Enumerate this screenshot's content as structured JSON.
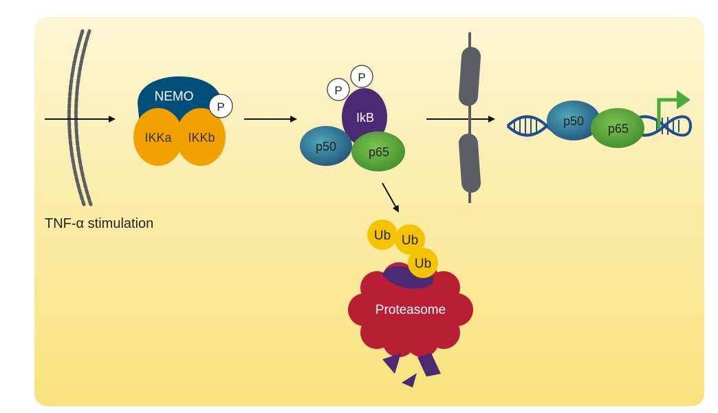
{
  "panel": {
    "background_top": "#fdf6d3",
    "background_bottom": "#f9e27c"
  },
  "stimulus": {
    "label": "TNF-α stimulation"
  },
  "ikk_complex": {
    "nemo": "NEMO",
    "ikka": "IKKa",
    "ikkb": "IKKb",
    "phospho": "P"
  },
  "nfkb_complex": {
    "phospho_1": "P",
    "phospho_2": "P",
    "ikb": "IkB",
    "p50": "p50",
    "p65": "p65"
  },
  "nucleus_binding": {
    "p50": "p50",
    "p65": "p65"
  },
  "degradation": {
    "ub_1": "Ub",
    "ub_2": "Ub",
    "ub_3": "Ub",
    "proteasome": "Proteasome"
  },
  "colors": {
    "nemo": "#004e7a",
    "ikk": "#f2a100",
    "ikb": "#4b2a73",
    "p50": "#2e7f96",
    "p65": "#5aa83c",
    "ub": "#f5c400",
    "proteasome": "#b81e34",
    "fragments": "#4b2a73",
    "membrane": "#5a5f66",
    "dna": "#1c4f92",
    "transcription_arrow": "#4bab3a"
  }
}
